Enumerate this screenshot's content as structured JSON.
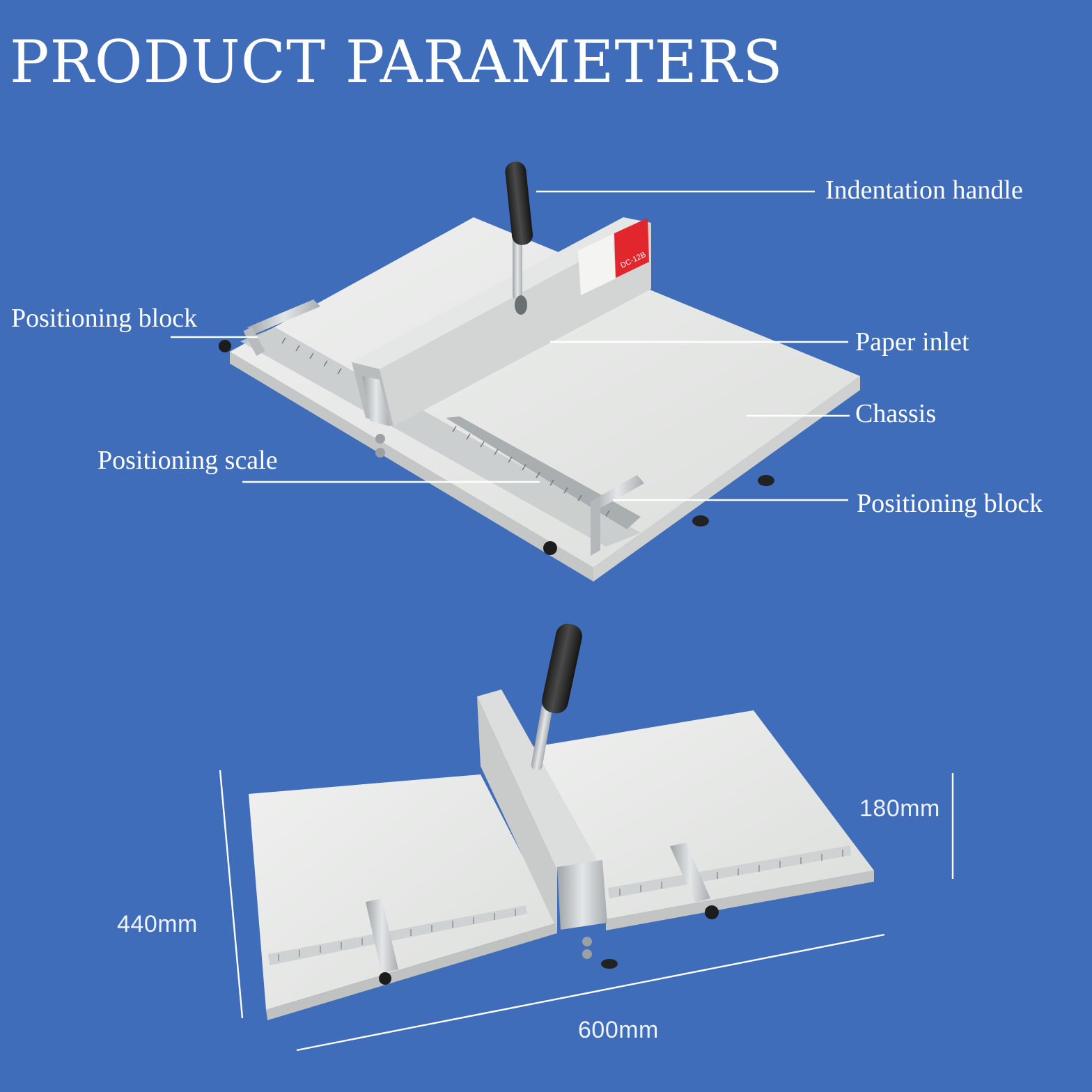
{
  "title": "PRODUCT PARAMETERS",
  "colors": {
    "background": "#3f6db9",
    "text": "#ffffff",
    "machine_body": "#e6e7e6",
    "handle_knob": "#2b2b2b",
    "model_badge": "#e1262d"
  },
  "machine_top_view": {
    "model_label": "DC-12B",
    "callouts": {
      "indentation_handle": "Indentation handle",
      "positioning_block_left": "Positioning block",
      "paper_inlet": "Paper inlet",
      "chassis": "Chassis",
      "positioning_scale": "Positioning scale",
      "positioning_block_right": "Positioning block"
    }
  },
  "machine_front_view": {
    "dimensions": {
      "height": "180mm",
      "depth": "440mm",
      "width": "600mm"
    }
  }
}
